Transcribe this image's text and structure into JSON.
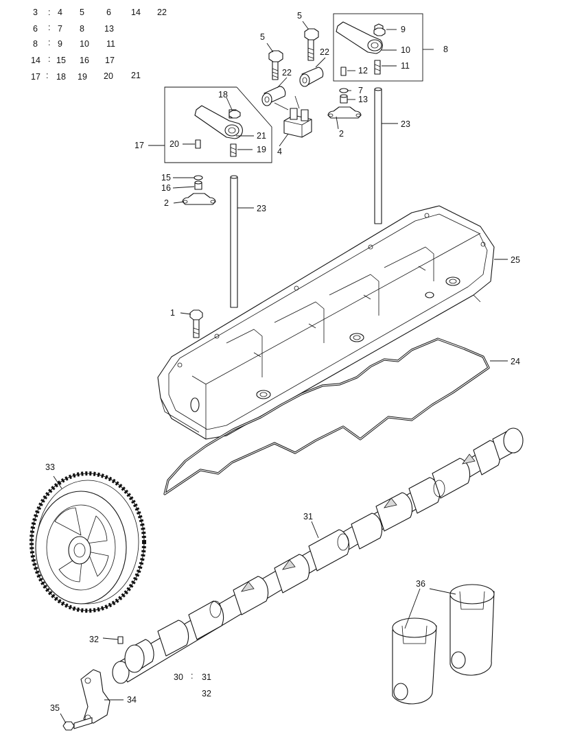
{
  "groups": [
    {
      "parent": "3",
      "children": [
        "4",
        "5",
        "6",
        "14",
        "22"
      ]
    },
    {
      "parent": "6",
      "children": [
        "7",
        "8",
        "13"
      ]
    },
    {
      "parent": "8",
      "children": [
        "9",
        "10",
        "11"
      ]
    },
    {
      "parent": "14",
      "children": [
        "15",
        "16",
        "17"
      ]
    },
    {
      "parent": "17",
      "children": [
        "18",
        "19",
        "20",
        "21"
      ]
    },
    {
      "parent": "30",
      "children": [
        "31",
        "32"
      ]
    }
  ],
  "separator": ":",
  "callouts": {
    "c1": "1",
    "c2a": "2",
    "c2b": "2",
    "c4": "4",
    "c5a": "5",
    "c5b": "5",
    "c7": "7",
    "c8": "8",
    "c9": "9",
    "c10": "10",
    "c11": "11",
    "c12": "12",
    "c13": "13",
    "c15": "15",
    "c16": "16",
    "c17": "17",
    "c18": "18",
    "c19": "19",
    "c20": "20",
    "c21": "21",
    "c22a": "22",
    "c22b": "22",
    "c23a": "23",
    "c23b": "23",
    "c24": "24",
    "c25": "25",
    "c31": "31",
    "c32": "32",
    "c33": "33",
    "c34": "34",
    "c35": "35",
    "c36": "36"
  }
}
